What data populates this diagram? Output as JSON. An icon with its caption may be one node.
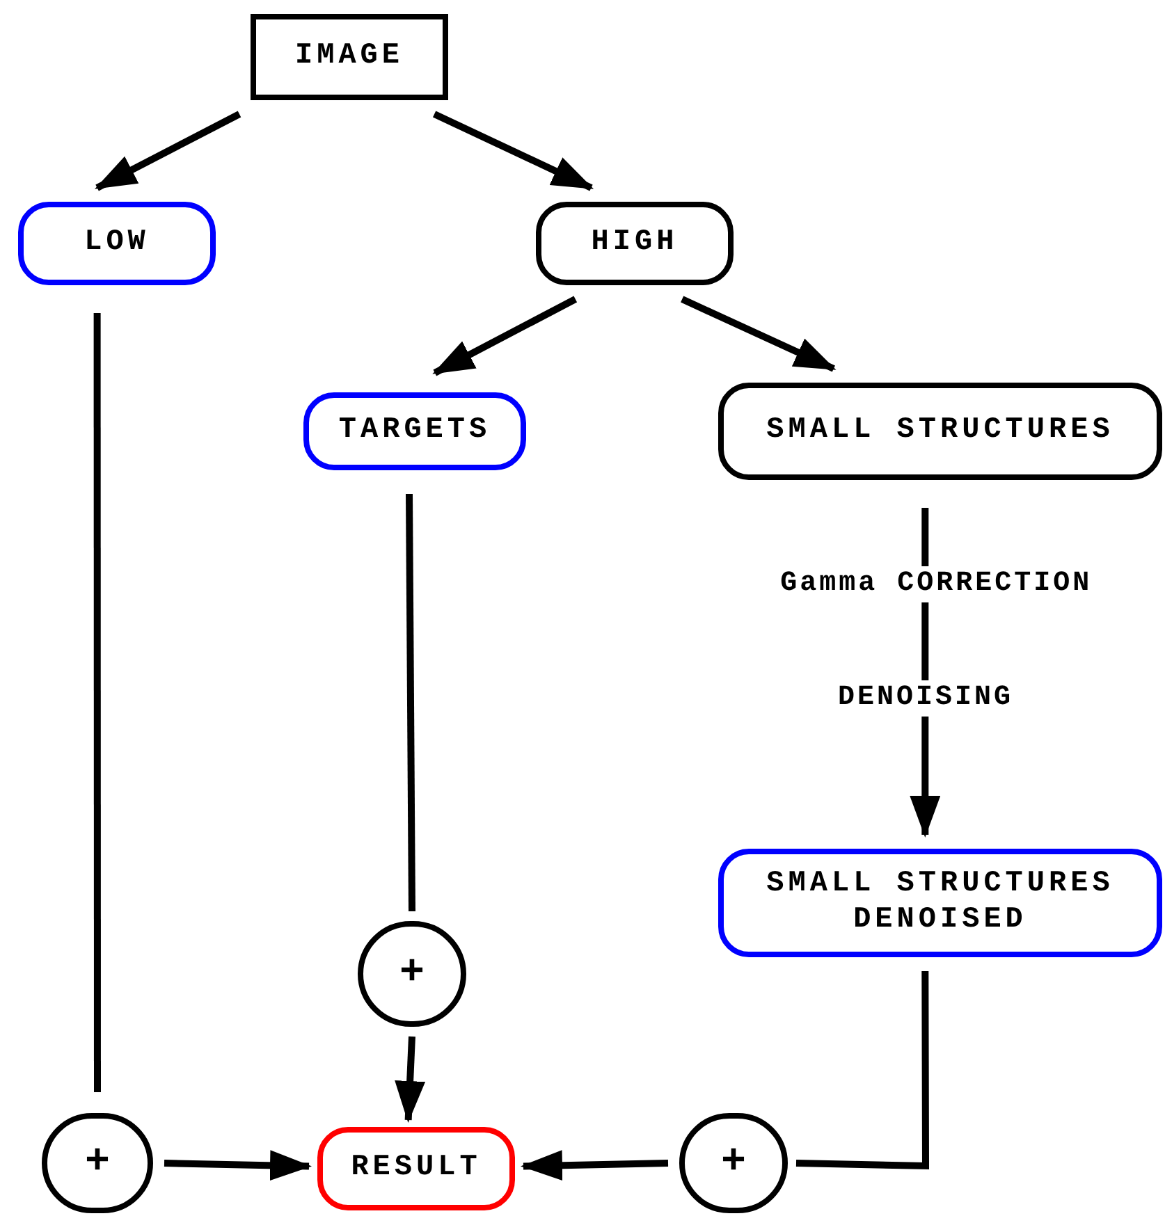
{
  "diagram": {
    "nodes": [
      {
        "text": [
          "IMAGE"
        ]
      },
      {
        "text": [
          "LOW"
        ]
      },
      {
        "text": [
          "HIGH"
        ]
      },
      {
        "text": [
          "TARGETS"
        ]
      },
      {
        "text": [
          "SMALL STRUCTURES"
        ]
      },
      {
        "text": [
          "SMALL STRUCTURES DENOISED"
        ]
      },
      {
        "text": [
          "+"
        ]
      },
      {
        "text": [
          "+"
        ]
      },
      {
        "text": [
          "RESULT"
        ]
      },
      {
        "text": [
          "+"
        ]
      }
    ],
    "edges": [
      {
        "from": 0,
        "to": 1,
        "arrow": "to"
      },
      {
        "from": 0,
        "to": 2,
        "arrow": "to"
      },
      {
        "from": 2,
        "to": 3,
        "arrow": "to"
      },
      {
        "from": 2,
        "to": 4,
        "arrow": "to"
      },
      {
        "from": 4,
        "to": 5,
        "arrow": "to",
        "label": "Gamma CORRECTION"
      },
      {
        "from": 3,
        "to": 6,
        "arrow": "none"
      },
      {
        "from": 6,
        "to": 8,
        "arrow": "to"
      },
      {
        "from": 1,
        "to": 7,
        "arrow": "none"
      },
      {
        "from": 7,
        "to": 8,
        "arrow": "to"
      },
      {
        "from": 5,
        "to": 9,
        "arrow": "none"
      },
      {
        "from": 9,
        "to": 8,
        "arrow": "to"
      }
    ],
    "labels": [
      "DENOISING"
    ]
  }
}
